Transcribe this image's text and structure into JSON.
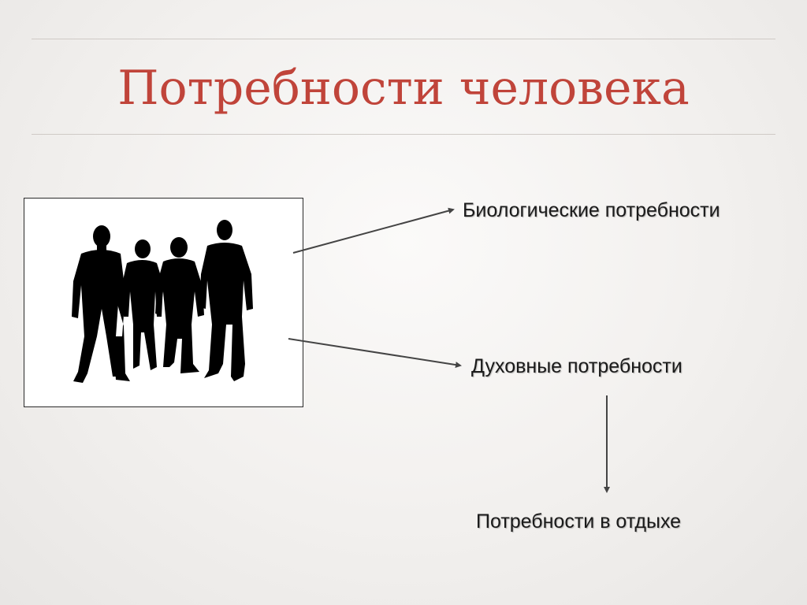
{
  "slide": {
    "title": "Потребности человека",
    "title_color": "#c0443a",
    "background_color": "#f2f0ee"
  },
  "image": {
    "subject": "silhouette-group-icon",
    "people_count": 4
  },
  "diagram": {
    "nodes": [
      {
        "id": "biological",
        "label": "Биологические потребности"
      },
      {
        "id": "spiritual",
        "label": "Духовные потребности"
      },
      {
        "id": "rest",
        "label": "Потребности в отдыхе"
      }
    ],
    "edges": [
      {
        "from": "image",
        "to": "biological"
      },
      {
        "from": "image",
        "to": "spiritual"
      },
      {
        "from": "spiritual",
        "to": "rest"
      }
    ]
  }
}
